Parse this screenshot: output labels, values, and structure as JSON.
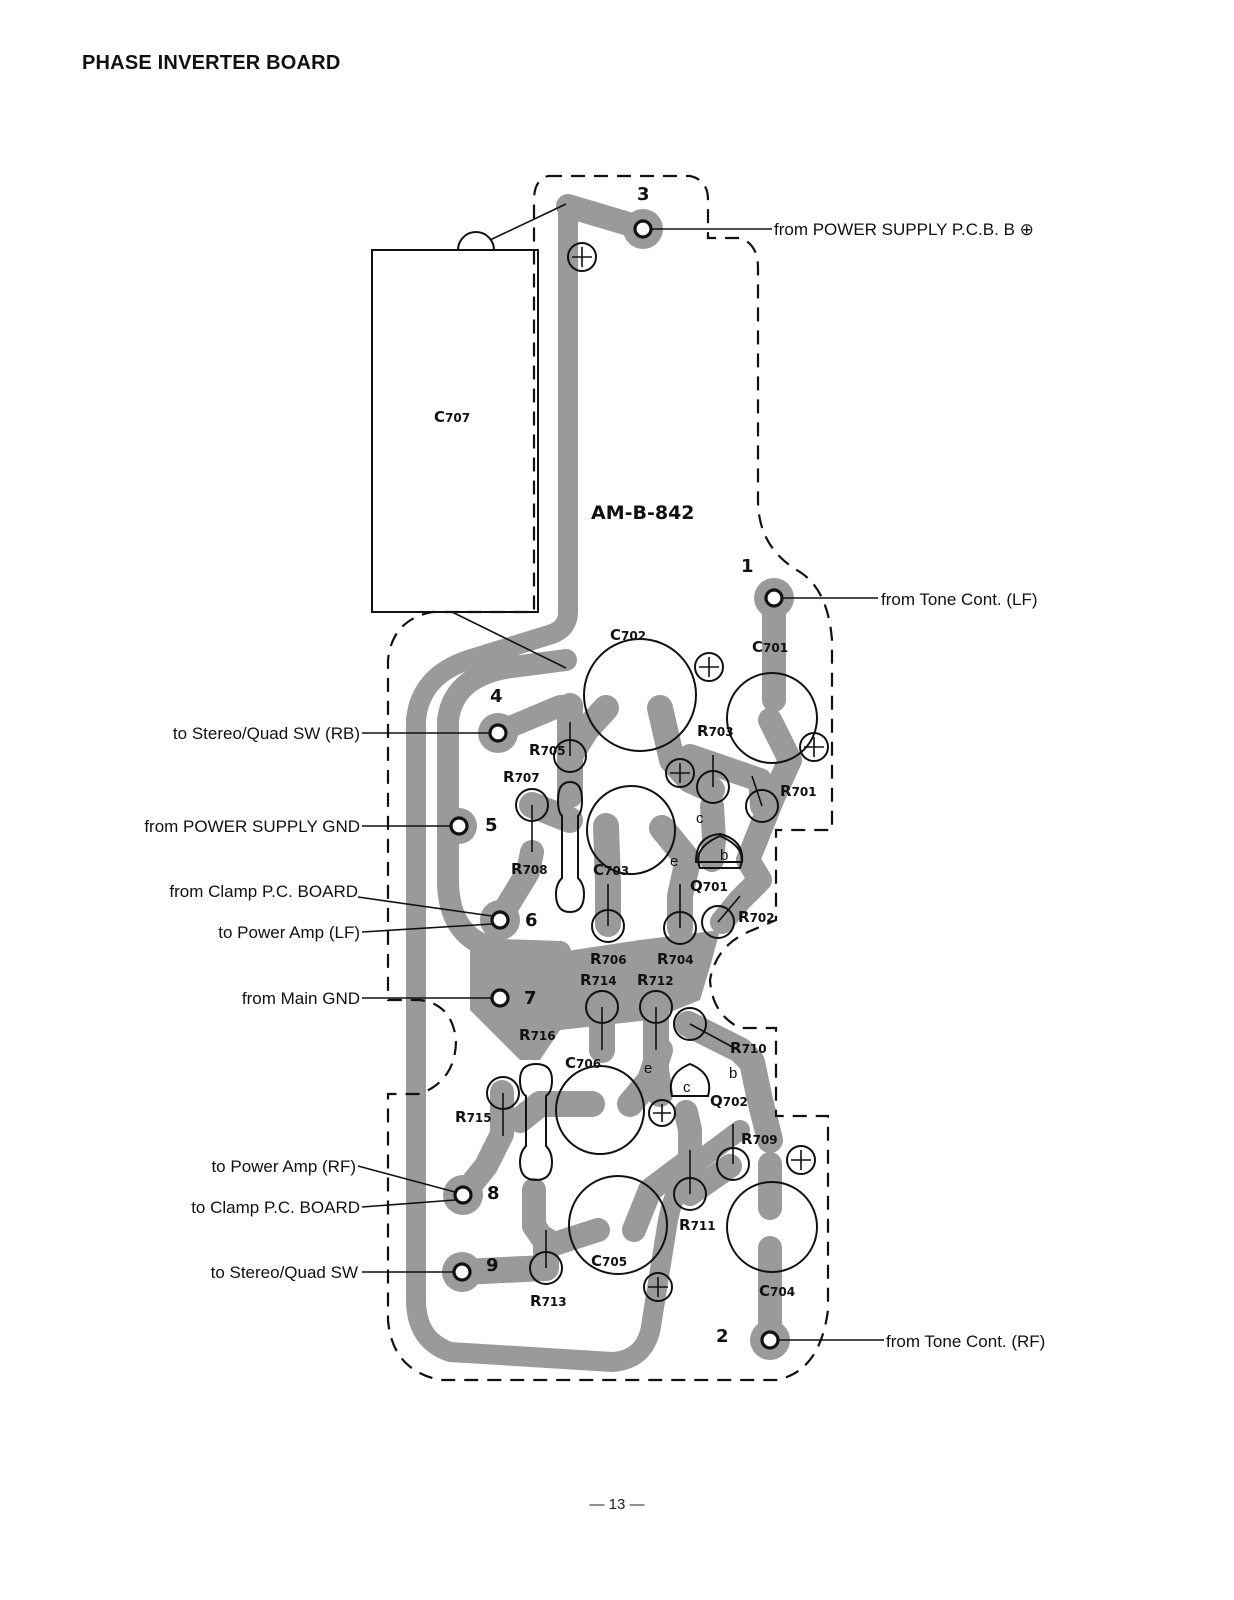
{
  "page": {
    "title": "PHASE INVERTER BOARD",
    "page_number": "— 13 —"
  },
  "board": {
    "id": "AM-B-842",
    "large_capacitor": {
      "ref": "C",
      "num": "707"
    }
  },
  "terminals": [
    {
      "pin": "1",
      "labels": [
        "from Tone Cont. (LF)"
      ]
    },
    {
      "pin": "2",
      "labels": [
        "from Tone Cont. (RF)"
      ]
    },
    {
      "pin": "3",
      "labels": [
        "from POWER SUPPLY P.C.B. B ⊕"
      ]
    },
    {
      "pin": "4",
      "labels": [
        "to Stereo/Quad SW (RB)"
      ]
    },
    {
      "pin": "5",
      "labels": [
        "from POWER SUPPLY GND"
      ]
    },
    {
      "pin": "6",
      "labels": [
        "from Clamp P.C. BOARD",
        "to Power Amp (LF)"
      ]
    },
    {
      "pin": "7",
      "labels": [
        "from Main GND"
      ]
    },
    {
      "pin": "8",
      "labels": [
        "to Power Amp (RF)",
        "to Clamp P.C. BOARD"
      ]
    },
    {
      "pin": "9",
      "labels": [
        "to Stereo/Quad SW"
      ]
    }
  ],
  "components": {
    "C701": {
      "ref": "C",
      "num": "701"
    },
    "C702": {
      "ref": "C",
      "num": "702"
    },
    "C703": {
      "ref": "C",
      "num": "703"
    },
    "C704": {
      "ref": "C",
      "num": "704"
    },
    "C705": {
      "ref": "C",
      "num": "705"
    },
    "C706": {
      "ref": "C",
      "num": "706"
    },
    "R701": {
      "ref": "R",
      "num": "701"
    },
    "R702": {
      "ref": "R",
      "num": "702"
    },
    "R703": {
      "ref": "R",
      "num": "703"
    },
    "R704": {
      "ref": "R",
      "num": "704"
    },
    "R705": {
      "ref": "R",
      "num": "705"
    },
    "R706": {
      "ref": "R",
      "num": "706"
    },
    "R707": {
      "ref": "R",
      "num": "707"
    },
    "R708": {
      "ref": "R",
      "num": "708"
    },
    "R709": {
      "ref": "R",
      "num": "709"
    },
    "R710": {
      "ref": "R",
      "num": "710"
    },
    "R711": {
      "ref": "R",
      "num": "711"
    },
    "R712": {
      "ref": "R",
      "num": "712"
    },
    "R713": {
      "ref": "R",
      "num": "713"
    },
    "R714": {
      "ref": "R",
      "num": "714"
    },
    "R715": {
      "ref": "R",
      "num": "715"
    },
    "R716": {
      "ref": "R",
      "num": "716"
    },
    "Q701": {
      "ref": "Q",
      "num": "701",
      "pins": {
        "c": "c",
        "b": "b",
        "e": "e"
      }
    },
    "Q702": {
      "ref": "Q",
      "num": "702",
      "pins": {
        "c": "c",
        "b": "b",
        "e": "e"
      }
    }
  },
  "symbols": {
    "polarity_plus": "+"
  }
}
